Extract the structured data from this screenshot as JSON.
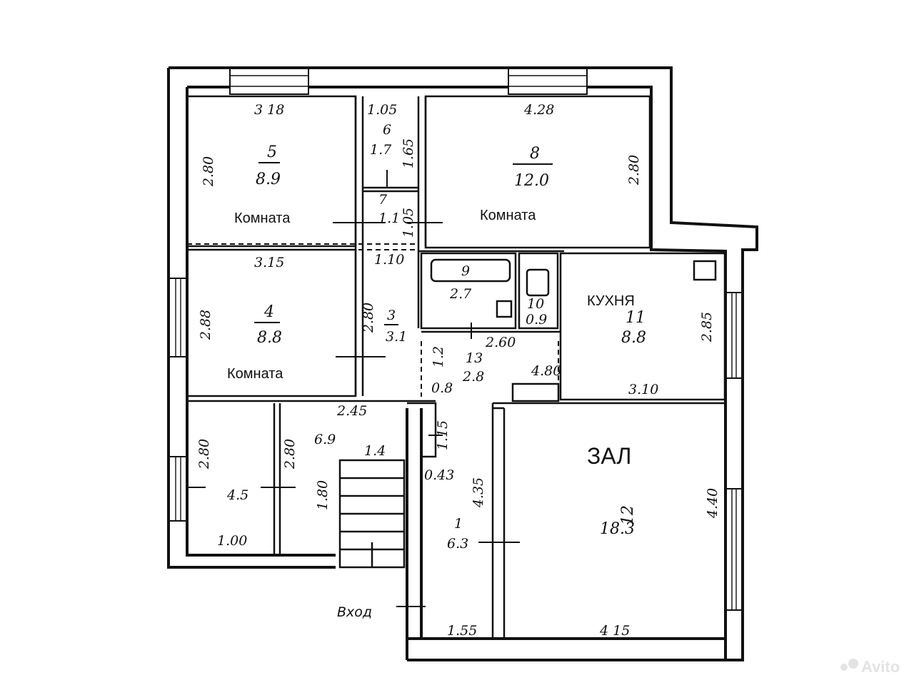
{
  "rooms": [
    {
      "number": "5",
      "area": "8.9",
      "width": "3 18",
      "height": "2.80",
      "label": "Комната"
    },
    {
      "number": "6",
      "area": "1.7",
      "width": "1.05",
      "height": "1.65"
    },
    {
      "number": "7",
      "area": "1.1",
      "height": "1.05",
      "width2": "1.10"
    },
    {
      "number": "8",
      "area": "12.0",
      "width": "4.28",
      "height": "2.80",
      "label": "Комната"
    },
    {
      "number": "4",
      "area": "8.8",
      "width": "3.15",
      "height": "2.88",
      "label": "Комната"
    },
    {
      "number": "3",
      "area": "3.1",
      "height": "2.80"
    },
    {
      "number": "9",
      "area": "2.7"
    },
    {
      "number": "10",
      "area": "0.9"
    },
    {
      "number": "11",
      "area": "8.8",
      "height": "2.85",
      "width": "3.10",
      "label": "КУХНЯ"
    },
    {
      "number": "13",
      "area": "2.8",
      "width": "2.60",
      "dim_a": "1.2",
      "dim_b": "0.8",
      "dim_c": "4.80"
    },
    {
      "number": "12",
      "area": "18.3",
      "height": "4.40",
      "width": "4 15",
      "label": "ЗАЛ"
    },
    {
      "number": "1",
      "area": "6.3",
      "height": "4.35",
      "width": "1.55",
      "dim_a": "1.15",
      "dim_b": "0.43"
    },
    {
      "area": "4.5",
      "height": "2.80",
      "width": "1.00"
    },
    {
      "area": "6.9",
      "height": "2.80",
      "width": "1.4",
      "dim_a": "2.45",
      "dim_b": "1.80"
    }
  ],
  "entrance": "Вход",
  "watermark": "Avito"
}
